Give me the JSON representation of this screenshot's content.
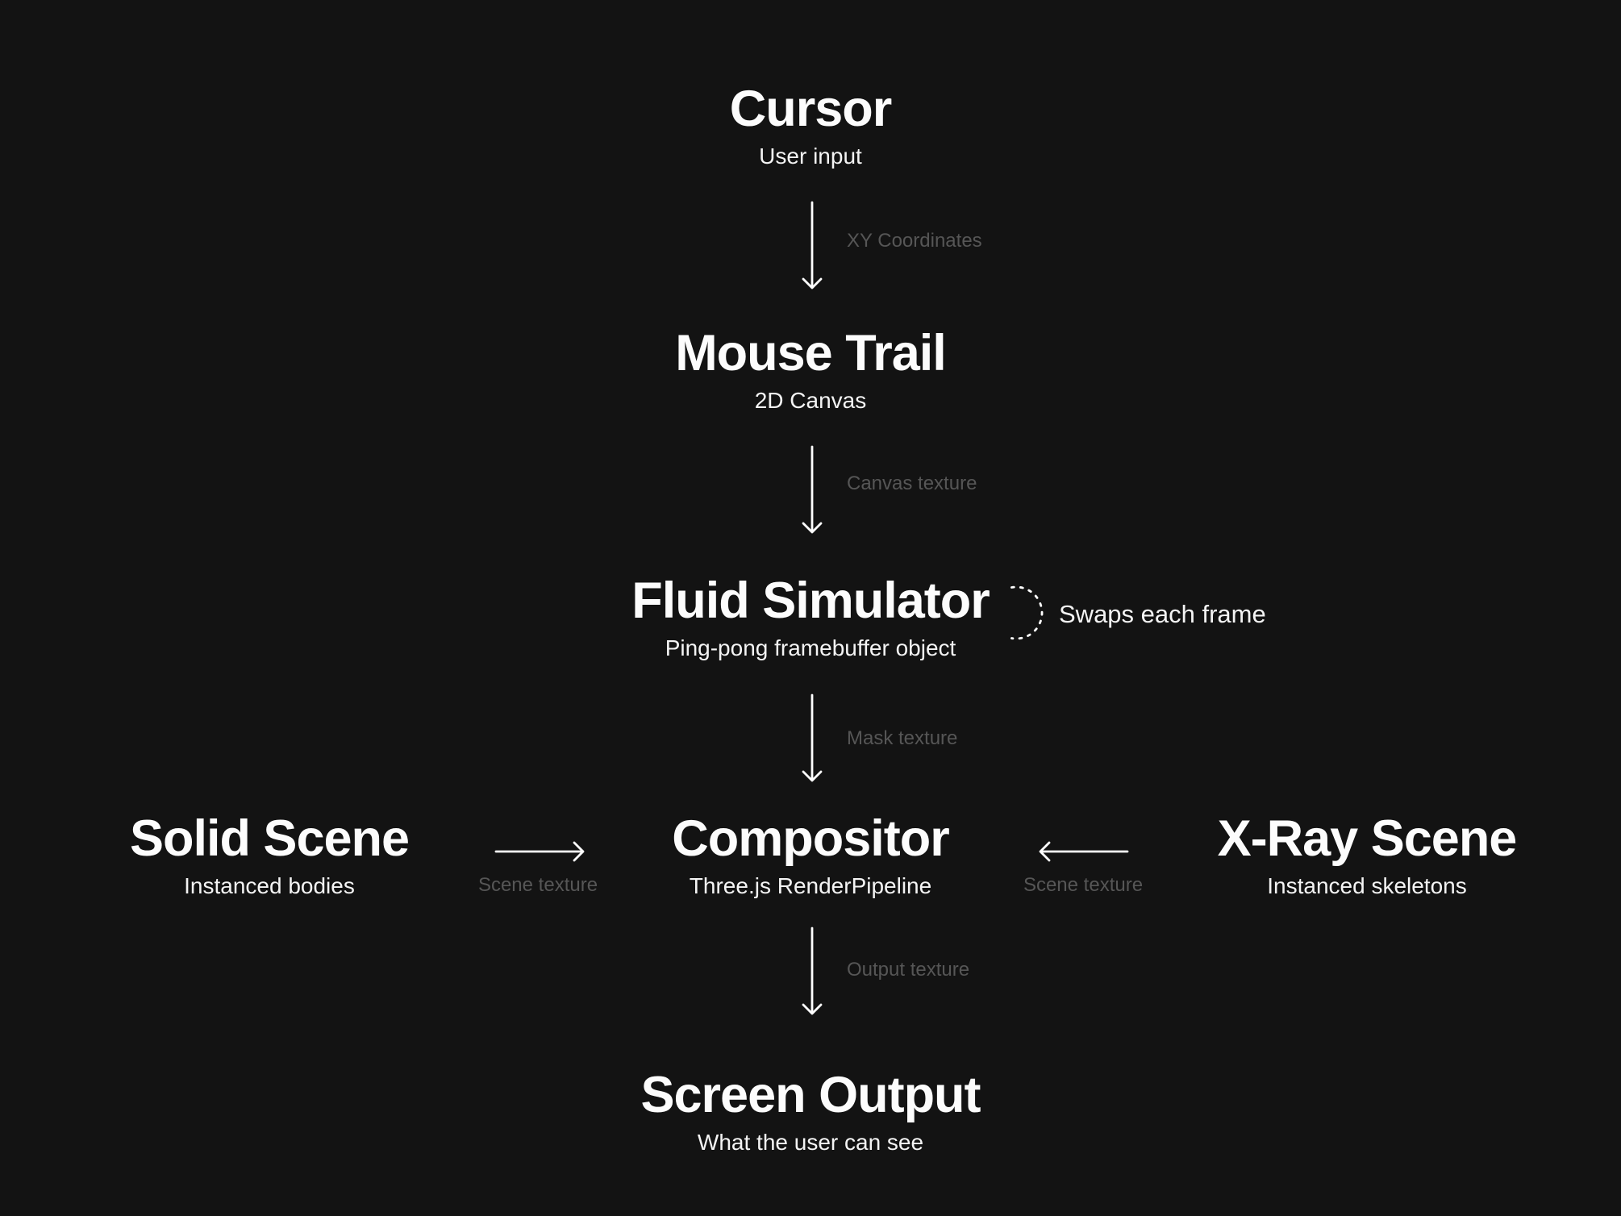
{
  "colors": {
    "background": "#131313",
    "text_primary": "#fcfcfc",
    "text_muted": "#565656",
    "arrow": "#ffffff"
  },
  "nodes": {
    "cursor": {
      "title": "Cursor",
      "subtitle": "User input"
    },
    "mouse_trail": {
      "title": "Mouse Trail",
      "subtitle": "2D Canvas"
    },
    "fluid_simulator": {
      "title": "Fluid Simulator",
      "subtitle": "Ping-pong framebuffer object"
    },
    "compositor": {
      "title": "Compositor",
      "subtitle": "Three.js RenderPipeline"
    },
    "solid_scene": {
      "title": "Solid Scene",
      "subtitle": "Instanced bodies"
    },
    "xray_scene": {
      "title": "X-Ray Scene",
      "subtitle": "Instanced skeletons"
    },
    "screen_output": {
      "title": "Screen Output",
      "subtitle": "What the user can see"
    }
  },
  "edge_labels": {
    "xy_coordinates": "XY Coordinates",
    "canvas_texture": "Canvas texture",
    "mask_texture": "Mask texture",
    "output_texture": "Output texture",
    "scene_texture_left": "Scene texture",
    "scene_texture_right": "Scene texture"
  },
  "annotations": {
    "swap_note": "Swaps each frame"
  },
  "icons": {
    "arrow_down": "down-arrow",
    "arrow_right": "right-arrow",
    "arrow_left": "left-arrow",
    "swap_loop": "dashed-half-circle"
  }
}
